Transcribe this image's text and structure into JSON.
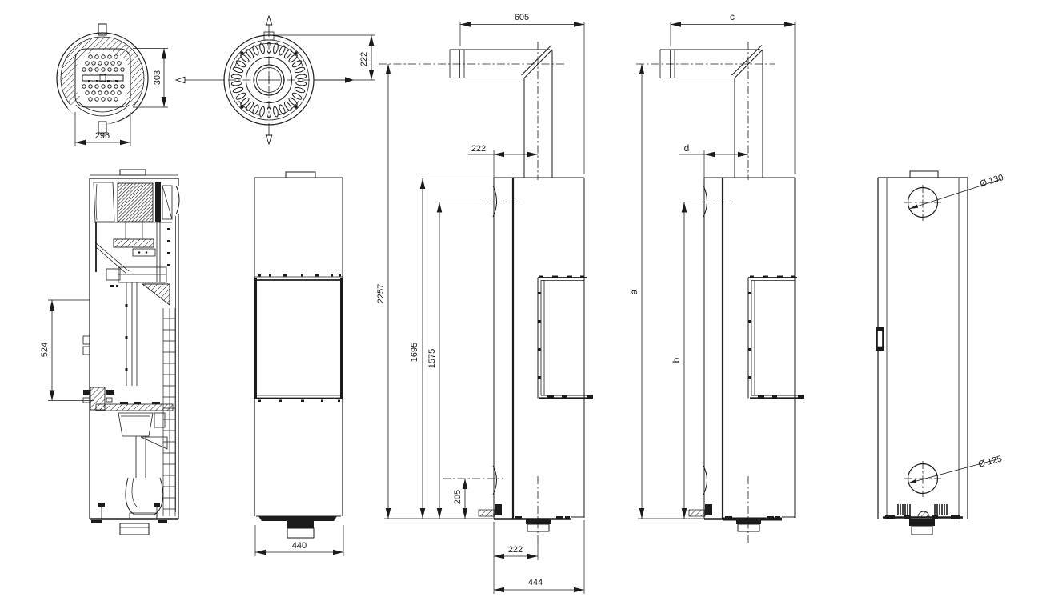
{
  "views": {
    "top_section": {
      "inner_height": "303",
      "inner_width": "296"
    },
    "top_outlet": {
      "front_offset": "222"
    },
    "section": {
      "opening_height": "524"
    },
    "front": {
      "width": "440"
    },
    "side": {
      "pipe_projection": "605",
      "pipe_offset_top": "222",
      "total_height": "2257",
      "body_height": "1695",
      "flue_outlet_height": "1575",
      "air_inlet_height": "205",
      "pipe_offset_bottom": "222",
      "depth": "444"
    },
    "side_variant": {
      "pipe_projection": "c",
      "pipe_offset": "d",
      "total_height": "a",
      "flue_outlet_height": "b"
    },
    "rear": {
      "flue_diameter": "Ø 130",
      "air_inlet_diameter": "Ø 125"
    }
  }
}
